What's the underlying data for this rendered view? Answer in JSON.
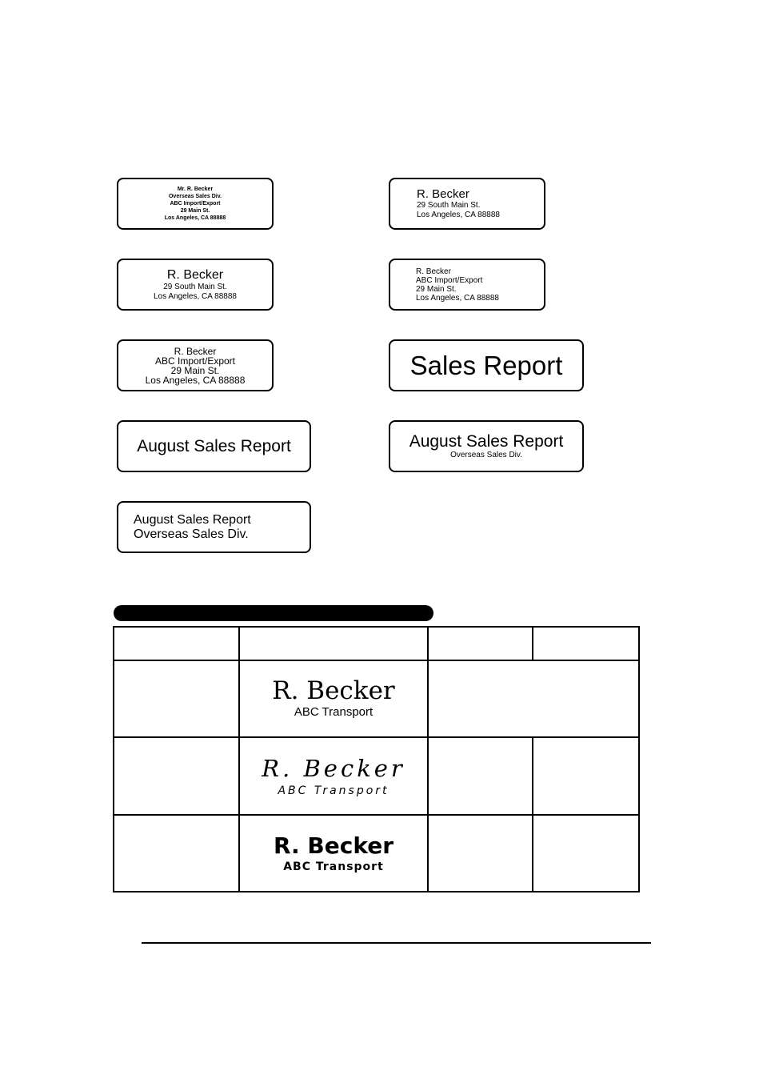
{
  "labels": {
    "addr_small": [
      "Mr. R. Becker",
      "Overseas Sales Div.",
      "ABC Import/Export",
      "29 Main St.",
      "Los Angeles, CA 88888"
    ],
    "addr_left_big": [
      "R. Becker",
      "29 South Main St.",
      "Los Angeles, CA 88888"
    ],
    "addr_center_big": [
      "R. Becker",
      "29 South Main St.",
      "Los Angeles, CA 88888"
    ],
    "addr_left_four": [
      "R. Becker",
      "ABC Import/Export",
      "29 Main St.",
      "Los Angeles, CA 88888"
    ],
    "addr_center_four": [
      "R. Becker",
      "ABC Import/Export",
      "29 Main St.",
      "Los Angeles, CA 88888"
    ],
    "sales_report": "Sales Report",
    "august_single": "August Sales Report",
    "august_two_line": [
      "August Sales Report",
      "Overseas Sales Div."
    ],
    "august_left_two": [
      "August Sales Report",
      "Overseas Sales Div."
    ]
  },
  "font_table": {
    "samples": [
      {
        "name": "R. Becker",
        "company": "ABC Transport"
      },
      {
        "name": "R. Becker",
        "company": "ABC Transport"
      },
      {
        "name": "R. Becker",
        "company": "ABC Transport"
      }
    ]
  }
}
